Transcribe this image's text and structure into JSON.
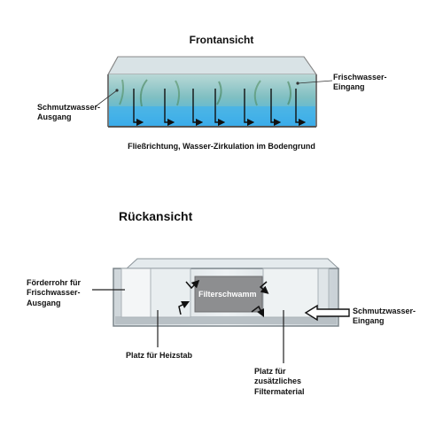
{
  "front": {
    "title": "Frontansicht",
    "label_fresh_in": [
      "Frischwasser-",
      "Eingang"
    ],
    "label_dirty_out": [
      "Schmutzwasser-",
      "Ausgang"
    ],
    "caption": "Fließrichtung, Wasser-Zirkulation im Bodengrund"
  },
  "back": {
    "title": "Rückansicht",
    "label_pipe": [
      "Förderrohr für",
      "Frischwasser-",
      "Ausgang"
    ],
    "label_sponge": "Filterschwamm",
    "label_dirty_in": [
      "Schmutzwasser-",
      "Eingang"
    ],
    "label_heater": "Platz für Heizstab",
    "label_media": [
      "Platz für",
      "zusätzliches",
      "Filtermaterial"
    ]
  }
}
